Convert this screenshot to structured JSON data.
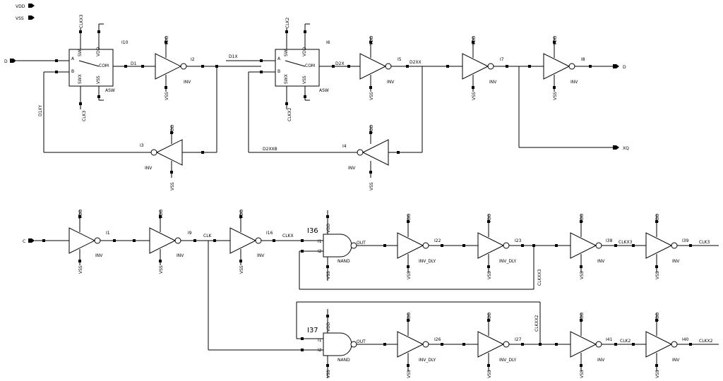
{
  "globals": {
    "vdd": "VDD",
    "vss": "VSS"
  },
  "pins": {
    "d_in": "D",
    "d_out": "D",
    "xq": "XQ",
    "c_in": "C",
    "clk2_out": "CLK2",
    "clkx2_out": "CLKX2",
    "vdd": "VDD",
    "vss": "VSS",
    "sw": "SW",
    "swx": "SWX",
    "a": "A",
    "b": "B",
    "com": "COM",
    "i1": "I1",
    "i2": "I2",
    "out": "OUT"
  },
  "instances": {
    "i10": "I10",
    "i6": "I6",
    "i2": "I2",
    "i5": "I5",
    "i7": "I7",
    "i8": "I8",
    "i3": "I3",
    "i4": "I4",
    "i1": "I1",
    "i9": "I9",
    "i16": "I16",
    "i36": "I36",
    "i37": "I37",
    "i22": "I22",
    "i23": "I23",
    "i26": "I26",
    "i27": "I27",
    "i38": "I38",
    "i39": "I39",
    "i41": "I41",
    "i40": "I40"
  },
  "cells": {
    "asw": "ASW",
    "inv": "INV",
    "nand": "NAND",
    "inv_dly": "INV_DLY"
  },
  "nets": {
    "clkx3": "CLKX3",
    "clk3": "CLK3",
    "clk2": "CLK2",
    "clkx2": "CLKX2",
    "d1": "D1",
    "d1x": "D1X",
    "d1xy": "D1XY",
    "d2x": "D2X",
    "d2xx": "D2XX",
    "d2xxb": "D2XXB",
    "clk": "CLK",
    "clkx": "CLKX",
    "clkxx3": "CLKXX3",
    "clkxx2": "CLKXX2",
    "clkx3b": "CLKX3",
    "clk3b": "CLK3",
    "clk2b": "CLK2"
  }
}
